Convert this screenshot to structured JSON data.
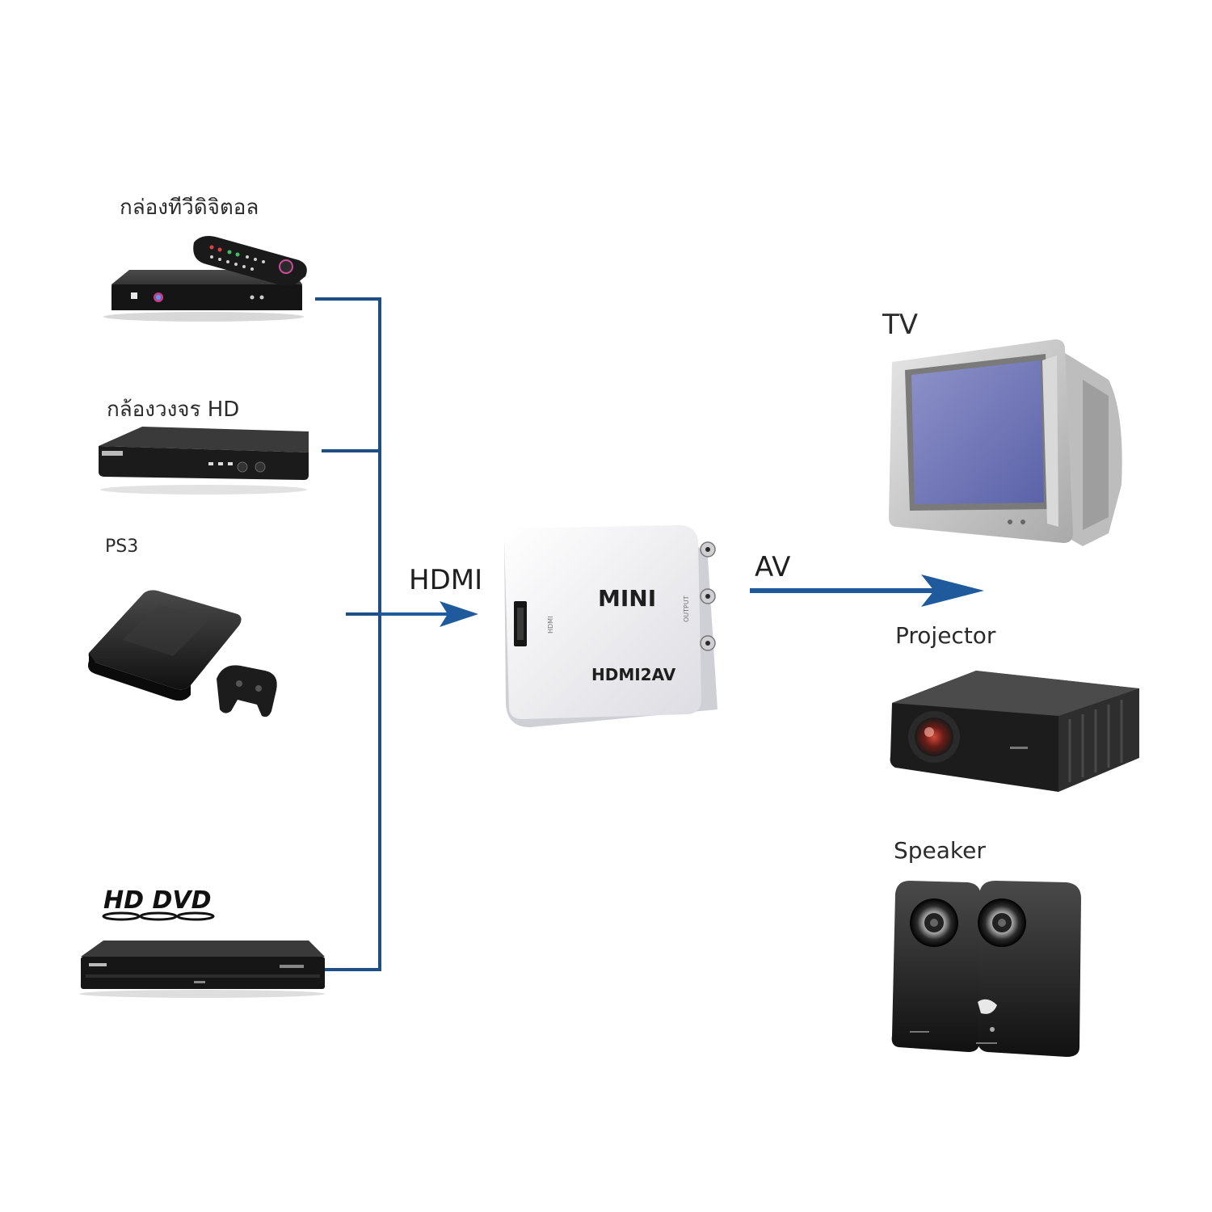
{
  "sources": [
    {
      "id": "settop",
      "label": "กล่องทีวีดิจิตอล"
    },
    {
      "id": "dvr",
      "label": "กล้องวงจร HD"
    },
    {
      "id": "ps3",
      "label": "PS3"
    },
    {
      "id": "hddvd",
      "label": "",
      "logo_text": "HD DVD"
    }
  ],
  "converter": {
    "brand": "MINI",
    "model": "HDMI2AV",
    "port_in": "HDMI",
    "port_out": "OUTPUT"
  },
  "connections": {
    "input_label": "HDMI",
    "output_label": "AV"
  },
  "outputs": [
    {
      "id": "tv",
      "label": "TV"
    },
    {
      "id": "projector",
      "label": "Projector"
    },
    {
      "id": "speaker",
      "label": "Speaker"
    }
  ],
  "colors": {
    "connector_line": "#1f4e85",
    "arrow": "#1f5b9c",
    "device_dark": "#1c1c1c",
    "converter_body": "#f2f2f5"
  }
}
